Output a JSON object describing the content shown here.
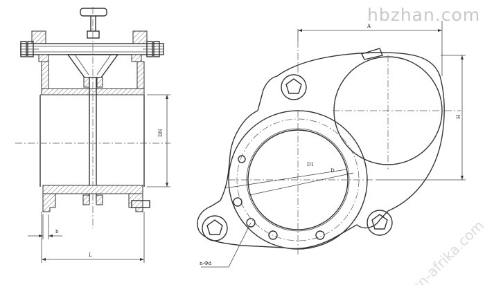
{
  "watermarks": {
    "site_top": "hbzhan.com",
    "site_side": "cn-afrika.com"
  },
  "labels": {
    "a": "A",
    "h": "H",
    "dn": "DN",
    "d1": "D1",
    "d": "D",
    "b": "b",
    "l": "L",
    "holes": "n-Φd"
  },
  "colors": {
    "line": "#333333",
    "background": "#ffffff"
  }
}
